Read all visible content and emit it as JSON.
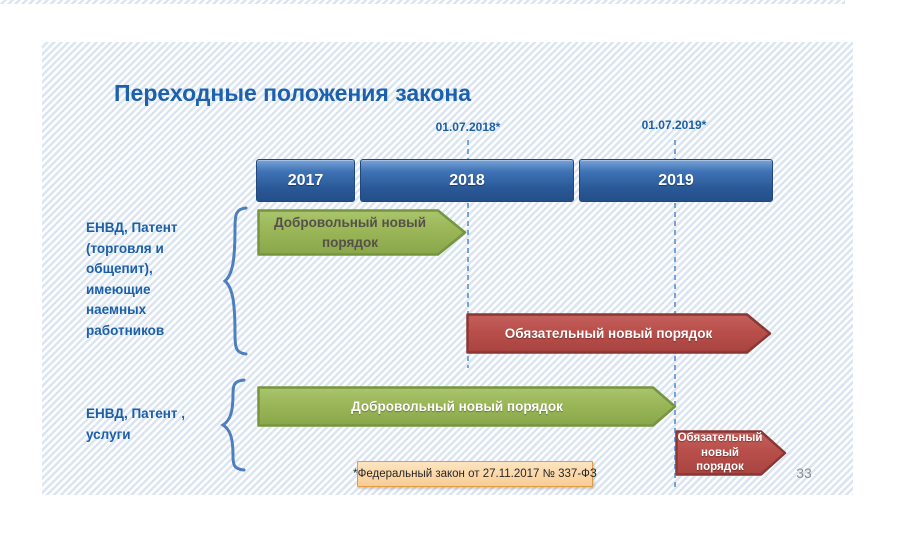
{
  "slide": {
    "title": "Переходные положения закона",
    "page_number": "33",
    "footnote": "*Федеральный закон от 27.11.2017 № 337-ФЗ"
  },
  "timeline": {
    "years": [
      {
        "label": "2017"
      },
      {
        "label": "2018"
      },
      {
        "label": "2019"
      }
    ],
    "milestones": [
      {
        "label": "01.07.2018*"
      },
      {
        "label": "01.07.2019*"
      }
    ]
  },
  "groups": [
    {
      "label": "ЕНВД, Патент (торговля и общепит), имеющие наемных работников",
      "bars": [
        {
          "label": "Добровольный новый порядок",
          "kind": "voluntary"
        },
        {
          "label": "Обязательный новый порядок",
          "kind": "mandatory"
        }
      ]
    },
    {
      "label": "ЕНВД, Патент , услуги",
      "bars": [
        {
          "label": "Добровольный новый порядок",
          "kind": "voluntary"
        },
        {
          "label": "Обязательный новый порядок",
          "kind": "mandatory"
        }
      ]
    }
  ],
  "colors": {
    "title_blue": "#1b61ad",
    "label_blue": "#1b5fa9",
    "year_bar_top": "#7aa3d8",
    "year_bar_bottom": "#244f88",
    "voluntary_green": "#9ab657",
    "voluntary_green_border": "#76953e",
    "mandatory_red": "#ba4e49",
    "mandatory_red_border": "#8a3734",
    "dashed_line_blue": "#79a3d7",
    "brace_blue": "#4d7fbe",
    "footnote_bg": "#fbd9ae",
    "footnote_border": "#e19b43",
    "hatch_blue": "#dbe5f1"
  }
}
